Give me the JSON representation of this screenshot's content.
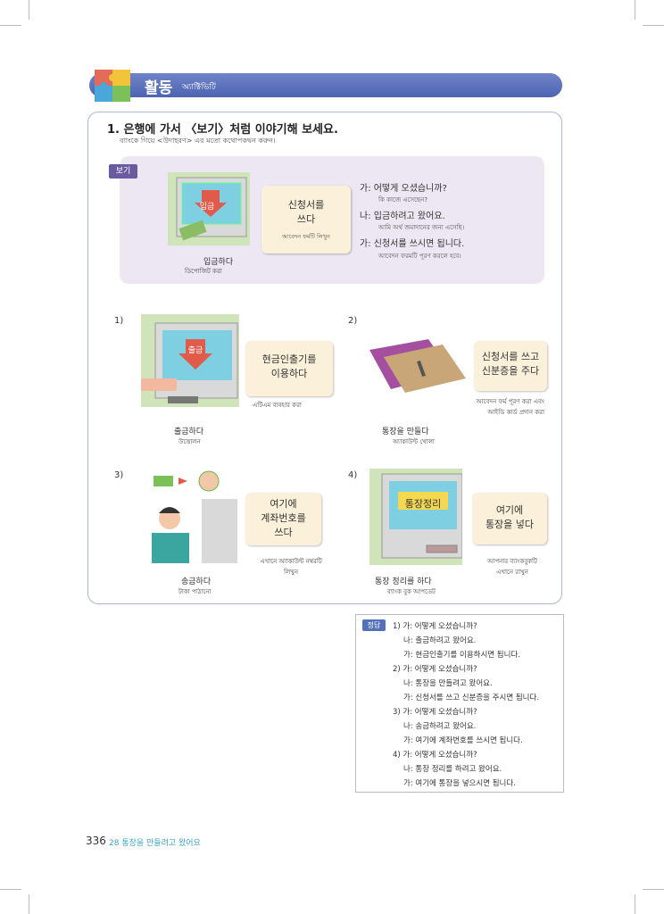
{
  "header": {
    "title": "활동",
    "subtitle": "অ্যাক্টিভিটি"
  },
  "question": {
    "title": "1. 은행에 가서 〈보기〉처럼 이야기해 보세요.",
    "subtitle": "ব্যাংকে গিয়ে <উদাহরণ> এর মতো কথোপকথন করুন।"
  },
  "example": {
    "tag": "보기",
    "screen_text": "입금",
    "caption": "입금하다",
    "caption_sub": "ডিপোজিট করা",
    "card_main": "신청서를\n쓰다",
    "card_sub": "আবেদন ফর্মটি লিখুন",
    "dialog": [
      {
        "text": "가: 어떻게 오셨습니까?",
        "sub": "কি কাজে এসেছেন?"
      },
      {
        "text": "나: 입금하려고 왔어요.",
        "sub": "আমি অর্থ জমাদানের জন্য এসেছি।"
      },
      {
        "text": "가: 신청서를 쓰시면 됩니다.",
        "sub": "আবেদন ফরমটি  পূরণ করলে হবে।"
      }
    ]
  },
  "items": [
    {
      "num": "1)",
      "screen_text": "출금",
      "caption": "출금하다",
      "caption_sub": "উত্তোলন",
      "card_main": "현금인출기를\n이용하다",
      "card_sub": "এটিএম ব্যবহার করা"
    },
    {
      "num": "2)",
      "caption": "통장을 만들다",
      "caption_sub": "অ্যাকাউন্ট খোলা",
      "card_main": "신청서를 쓰고\n신분증을 주다",
      "card_sub": "আবেদন ফর্ম পূরণ করা এবং\nআইডি কার্ড প্রদান করা"
    },
    {
      "num": "3)",
      "caption": "송금하다",
      "caption_sub": "টাকা পাঠানো",
      "card_main": "여기에\n계좌번호를\n쓰다",
      "card_sub": "এখানে  অ্যাকাউন্ট নম্বরটি\nলিখুন"
    },
    {
      "num": "4)",
      "screen_text": "통장정리",
      "caption": "통장 정리를 하다",
      "caption_sub": "ব্যাংক বুক আপডেট",
      "card_main": "여기에\n통장을 넣다",
      "card_sub": "আপনার ব্যাংকবুকটি\nএখানে রাখুন"
    }
  ],
  "answers": {
    "tag": "정답",
    "lines": [
      "1) 가: 어떻게 오셨습니까?",
      "나: 출금하려고 왔어요.",
      "가: 현금인출기를 이용하시면 됩니다.",
      "2) 가: 어떻게 오셨습니까?",
      "나: 통장을 만들려고 왔어요.",
      "가: 신청서를 쓰고 신분증을 주시면 됩니다.",
      "3) 가: 어떻게 오셨습니까?",
      "나: 송금하려고 왔어요.",
      "가: 여기에 계좌번호를 쓰시면 됩니다.",
      "4) 가: 어떻게 오셨습니까?",
      "나: 통장 정리를 하려고 왔어요.",
      "가: 여기에 통장을 넣으시면 됩니다."
    ]
  },
  "footer": {
    "page": "336",
    "chapter": "28 통장을 만들려고 왔어요"
  },
  "colors": {
    "header": "#5a6fbd",
    "example_bg": "#ece7f2",
    "card_bg": "#fbf1da",
    "accent": "#3ba5c0"
  }
}
